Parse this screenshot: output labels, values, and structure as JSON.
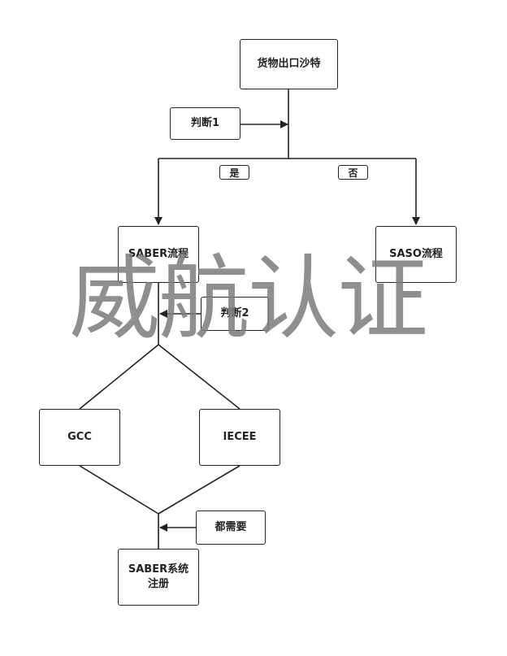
{
  "nodes": {
    "export": "货物出口沙特",
    "judge1": "判断1",
    "yes": "是",
    "no": "否",
    "saber": "SABER流程",
    "saso": "SASO流程",
    "judge2": "判断2",
    "gcc": "GCC",
    "iecee": "IECEE",
    "both": "都需要",
    "register_line1": "SABER系统",
    "register_line2": "注册"
  },
  "watermark": "威航认证",
  "colors": {
    "line": "#222222",
    "watermark": "#7d7d7d"
  }
}
